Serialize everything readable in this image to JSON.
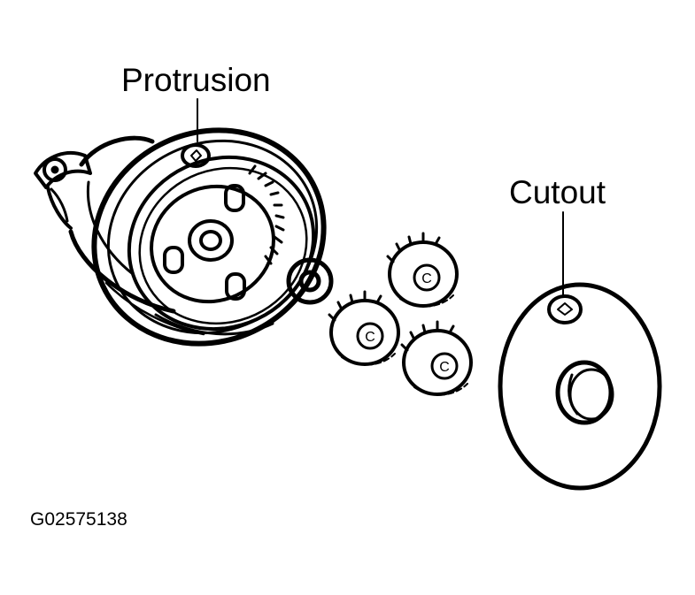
{
  "labels": {
    "protrusion": "Protrusion",
    "cutout": "Cutout",
    "figure_id": "G02575138"
  },
  "gear_marks": {
    "gear_letter": "C"
  },
  "colors": {
    "ink": "#000000",
    "paper": "#ffffff"
  }
}
